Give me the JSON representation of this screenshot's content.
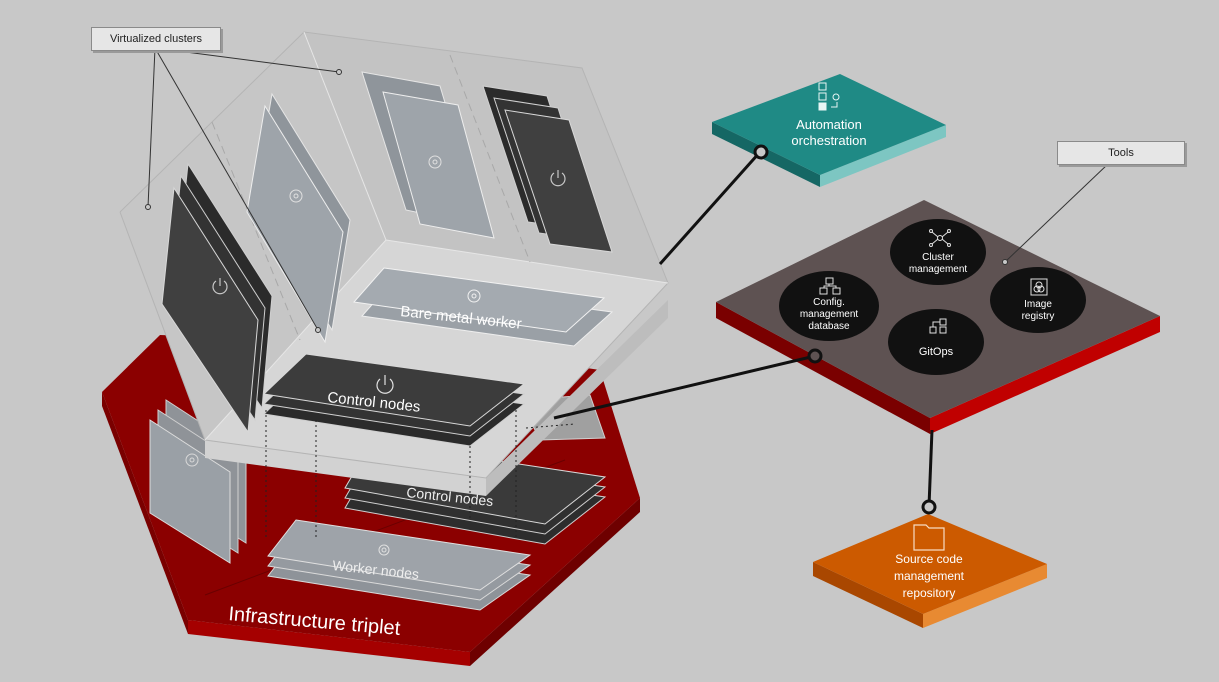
{
  "callouts": {
    "virtualized_clusters": "Virtualized clusters",
    "tools": "Tools"
  },
  "infrastructure": {
    "title": "Infrastructure triplet",
    "control_nodes": "Control nodes",
    "worker_nodes": "Worker nodes"
  },
  "cube": {
    "control_nodes": "Control nodes",
    "bare_metal_worker": "Bare metal worker"
  },
  "automation": {
    "line1": "Automation",
    "line2": "orchestration",
    "icon": "workflow-icon"
  },
  "tools": {
    "cluster_management": [
      "Cluster",
      "management"
    ],
    "config_db": [
      "Config.",
      "management",
      "database"
    ],
    "image_registry": [
      "Image",
      "registry"
    ],
    "gitops": [
      "GitOps"
    ]
  },
  "source_code": {
    "line1": "Source code",
    "line2": "management",
    "line3": "repository",
    "icon": "folder-icon"
  },
  "colors": {
    "background": "#c8c8c8",
    "red_top": "#8b0000",
    "red_side": "#b00000",
    "teal": "#1f8a85",
    "tools_top": "#5e5252",
    "orange": "#cc5a00",
    "dark_node": "#3a3a3a",
    "light_node": "#9aa0a6"
  }
}
